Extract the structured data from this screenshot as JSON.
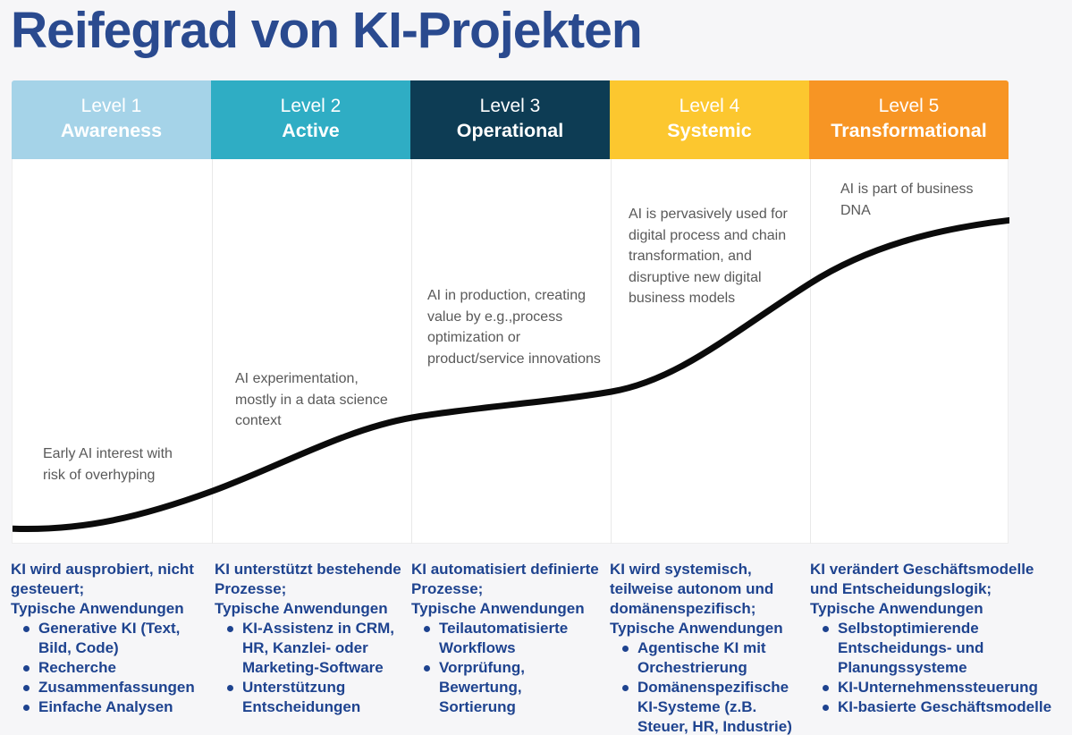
{
  "title": "Reifegrad von KI-Projekten",
  "colors": {
    "title_text": "#2a4a8f",
    "details_text": "#1e438f",
    "curve_note_text": "#595959",
    "curve_line": "#0b0b0b",
    "page_background": "#f6f6f8",
    "panel_background": "#ffffff",
    "header_text": "#ffffff"
  },
  "levels": [
    {
      "level_label": "Level 1",
      "name": "Awareness",
      "header_color": "#a5d3e8",
      "curve_note": "Early AI interest with risk of overhyping",
      "summary": "KI wird ausprobiert, nicht gesteuert;",
      "applications_label": "Typische Anwendungen",
      "bullets": [
        "Generative KI (Text, Bild, Code)",
        "Recherche",
        "Zusammenfassungen",
        "Einfache Analysen"
      ]
    },
    {
      "level_label": "Level 2",
      "name": "Active",
      "header_color": "#2fadc4",
      "curve_note": "AI experimentation, mostly in a data science context",
      "summary": "KI unterstützt bestehende Prozesse;",
      "applications_label": "Typische Anwendungen",
      "bullets": [
        "KI-Assistenz in CRM, HR, Kanzlei- oder Marketing-Software",
        "Unterstützung Entscheidungen"
      ]
    },
    {
      "level_label": "Level 3",
      "name": "Operational",
      "header_color": "#0d3c54",
      "curve_note": "AI in production, creating value by e.g.,process optimization or product/service innovations",
      "summary": "KI automatisiert definierte Prozesse;",
      "applications_label": "Typische Anwendungen",
      "bullets": [
        "Teilautomatisierte Workflows",
        "Vorprüfung, Bewertung, Sortierung"
      ]
    },
    {
      "level_label": "Level 4",
      "name": "Systemic",
      "header_color": "#fcc72f",
      "curve_note": "AI is pervasively used for digital process and chain transformation, and disruptive new digital business models",
      "summary": "KI wird systemisch, teilweise autonom und domänenspezifisch;",
      "applications_label": "Typische Anwendungen",
      "bullets": [
        "Agentische KI mit Orchestrierung",
        "Domänenspezifische KI-Systeme (z.B. Steuer, HR, Industrie)"
      ]
    },
    {
      "level_label": "Level 5",
      "name": "Transformational",
      "header_color": "#f79524",
      "curve_note": "AI is part of business DNA",
      "summary": "KI verändert Geschäftsmodelle und Entscheidungslogik;",
      "applications_label": "Typische Anwendungen",
      "bullets": [
        "Selbstoptimierende Entscheidungs- und Planungssysteme",
        "KI-Unternehmenssteuerung",
        "KI-basierte Geschäftsmodelle"
      ]
    }
  ]
}
